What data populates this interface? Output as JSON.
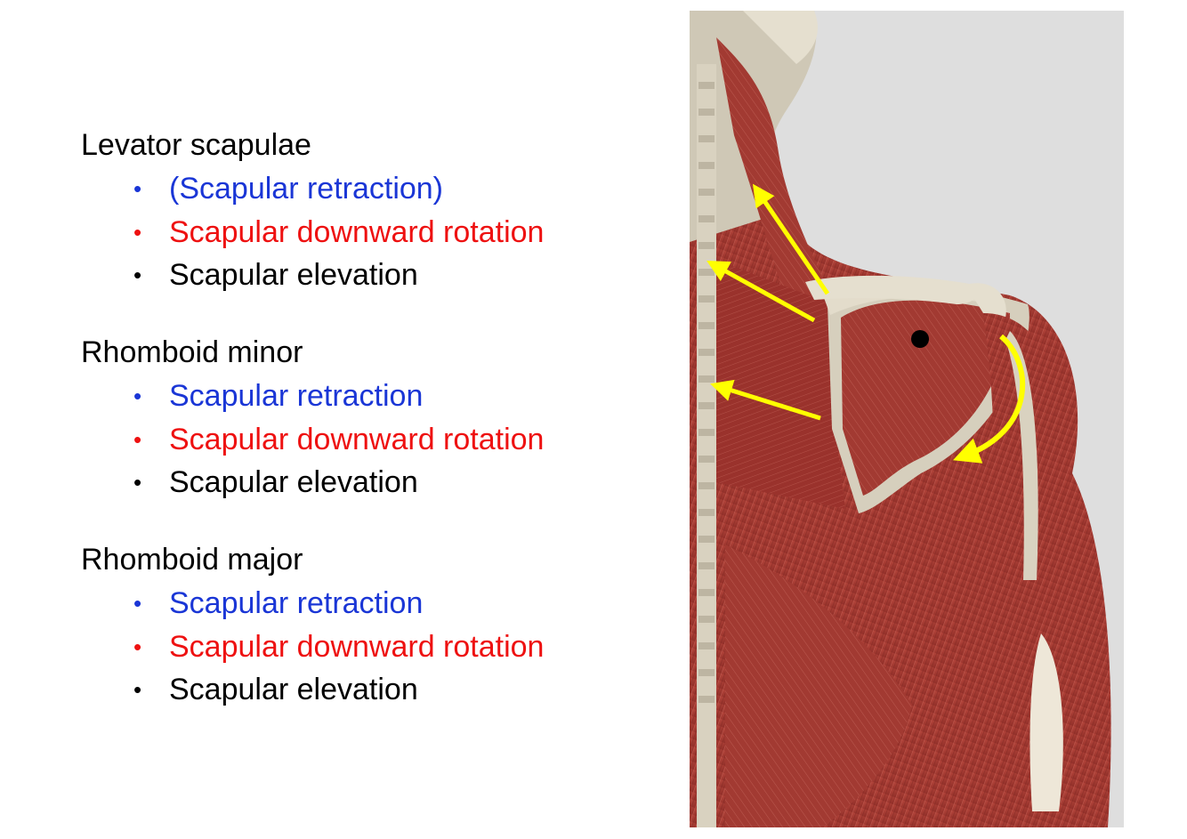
{
  "colors": {
    "retraction": "#1a36d6",
    "downward_rotation": "#ee1111",
    "elevation": "#000000",
    "arrow": "#ffff00",
    "muscle": "#a83a33",
    "bone": "#dcd6c6",
    "background": "#dedede"
  },
  "muscles": [
    {
      "name": "Levator scapulae",
      "actions": [
        {
          "bullet": "•",
          "label": "(Scapular retraction)",
          "color_class": "blue"
        },
        {
          "bullet": "•",
          "label": "Scapular downward rotation",
          "color_class": "red"
        },
        {
          "bullet": "•",
          "label": "Scapular elevation",
          "color_class": "black"
        }
      ]
    },
    {
      "name": "Rhomboid minor",
      "actions": [
        {
          "bullet": "•",
          "label": "Scapular retraction",
          "color_class": "blue"
        },
        {
          "bullet": "•",
          "label": "Scapular downward rotation",
          "color_class": "red"
        },
        {
          "bullet": "•",
          "label": "Scapular elevation",
          "color_class": "black"
        }
      ]
    },
    {
      "name": "Rhomboid major",
      "actions": [
        {
          "bullet": "•",
          "label": "Scapular retraction",
          "color_class": "blue"
        },
        {
          "bullet": "•",
          "label": "Scapular downward rotation",
          "color_class": "red"
        },
        {
          "bullet": "•",
          "label": "Scapular elevation",
          "color_class": "black"
        }
      ]
    }
  ],
  "illustration": {
    "subject": "posterior-shoulder-muscles",
    "arrow_icon": "arrow-icon",
    "rotation_icon": "curved-rotation-arrow-icon",
    "pivot_icon": "pivot-dot-icon"
  }
}
